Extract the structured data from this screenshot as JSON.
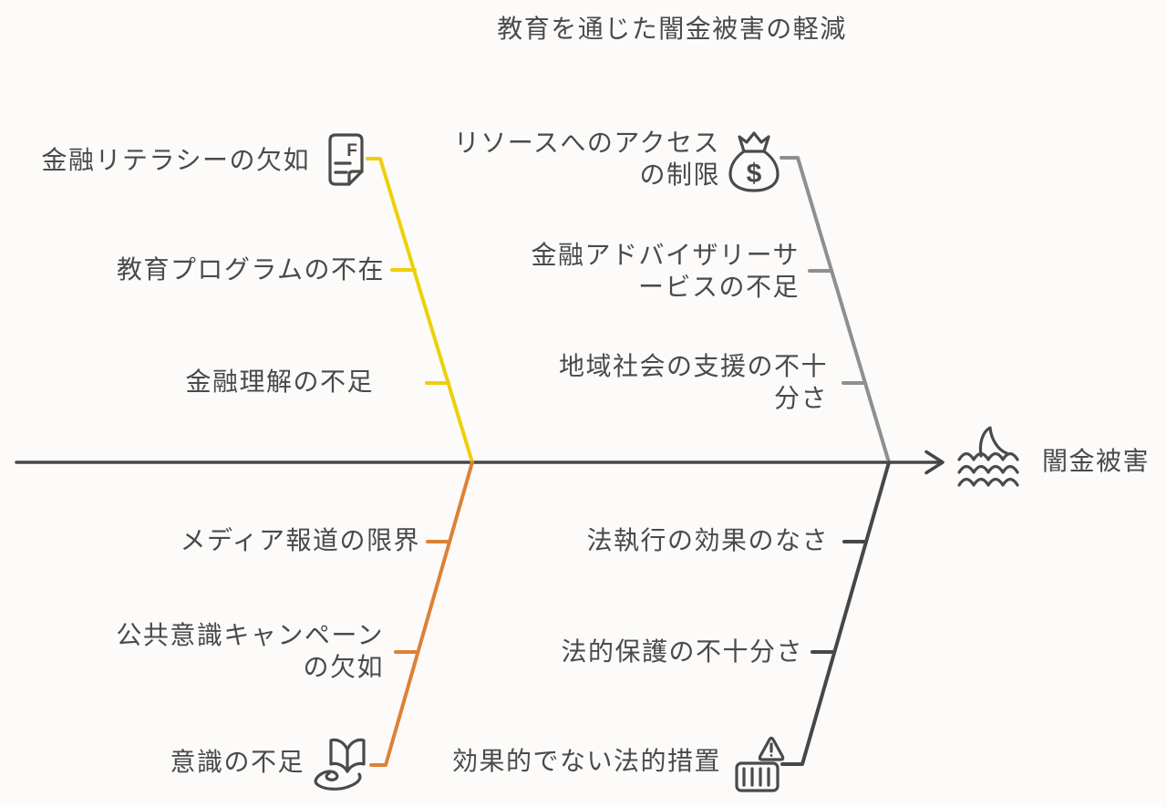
{
  "title": "教育を通じた闇金被害の軽減",
  "effect": {
    "label": "闇金被害",
    "icon": "shark-fin-waves"
  },
  "colors": {
    "background": "#FCFBFA",
    "text": "#4A4A4A",
    "spine": "#474747",
    "branch_top_left": "#EDD00A",
    "branch_top_right": "#8F8F8F",
    "branch_bottom_left": "#DB8237",
    "branch_bottom_right": "#474747"
  },
  "branches": [
    {
      "position": "top-left",
      "label": "金融リテラシーの欠如",
      "icon": "financial-document",
      "color": "#EDD00A",
      "items": [
        "教育プログラムの不在",
        "金融理解の不足"
      ]
    },
    {
      "position": "top-right",
      "label": "リソースへのアクセス\nの制限",
      "icon": "money-bag",
      "color": "#8F8F8F",
      "items": [
        "金融アドバイザリーサ\nービスの不足",
        "地域社会の支援の不十\n分さ"
      ]
    },
    {
      "position": "bottom-left",
      "label": "意識の不足",
      "icon": "book-on-hand",
      "color": "#DB8237",
      "items": [
        "メディア報道の限界",
        "公共意識キャンペーン\nの欠如"
      ]
    },
    {
      "position": "bottom-right",
      "label": "効果的でない法的措置",
      "icon": "building-warning",
      "color": "#474747",
      "items": [
        "法執行の効果のなさ",
        "法的保護の不十分さ"
      ]
    }
  ]
}
